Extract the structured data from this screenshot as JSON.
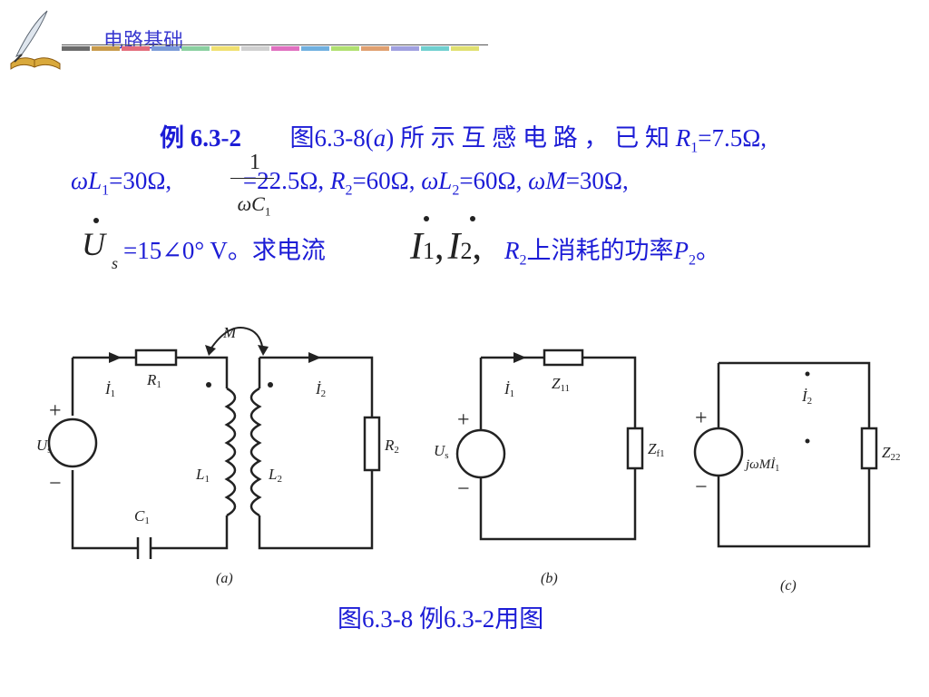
{
  "header": {
    "title": "电路基础",
    "stripe_colors": [
      "#6b6b6b",
      "#c89a4a",
      "#e36b7a",
      "#7a9ad8",
      "#8ad0a0",
      "#f0e070",
      "#d0d0d0",
      "#e070c0",
      "#70b0e0",
      "#b0e070",
      "#e0a070",
      "#a0a0e0",
      "#70d0d0",
      "#e0e070"
    ]
  },
  "problem": {
    "label": "例 6.3-2",
    "line1_a": "图6.3-8(",
    "line1_a_ital": "a",
    "line1_b": ") 所 示 互 感 电 路 ， 已 知",
    "line1_R1": "R",
    "line1_R1_sub": "1",
    "line1_R1_val": "=7.5Ω,",
    "line2_wL1": "ωL",
    "line2_wL1_sub": "1",
    "line2_wL1_val": "=30Ω,",
    "frac_num": "1",
    "frac_den": "ωC",
    "frac_den_sub": "1",
    "line2_frac_val": "=22.5Ω,",
    "line2_R2": "R",
    "line2_R2_sub": "2",
    "line2_R2_val": "=60Ω,",
    "line2_wL2": "ωL",
    "line2_wL2_sub": "2",
    "line2_wL2_val": "=60Ω,",
    "line2_wM": "ωM",
    "line2_wM_val": "=30Ω,",
    "line3_Us": "U",
    "line3_Us_sub": "s",
    "line3_Us_val": "=15∠0° V。求电流",
    "line3_I1": "I",
    "line3_I1_sub": "1",
    "line3_I2": "I",
    "line3_I2_sub": "2",
    "line3_R2": "R",
    "line3_R2_sub": "2",
    "line3_tail": "上消耗的功率",
    "line3_P": "P",
    "line3_P_sub": "2",
    "line3_end": "。"
  },
  "circuit_a": {
    "M": "M",
    "I1": "İ",
    "I1_sub": "1",
    "R1": "R",
    "R1_sub": "1",
    "I2": "İ",
    "I2_sub": "2",
    "Us": "U",
    "Us_sub": "s",
    "plus": "+",
    "minus": "−",
    "L1": "L",
    "L1_sub": "1",
    "L2": "L",
    "L2_sub": "2",
    "C1": "C",
    "C1_sub": "1",
    "R2": "R",
    "R2_sub": "2",
    "label": "(a)"
  },
  "circuit_b": {
    "I1": "İ",
    "I1_sub": "1",
    "Z11": "Z",
    "Z11_sub": "11",
    "Us": "U",
    "Us_sub": "s",
    "plus": "+",
    "minus": "−",
    "Zf1": "Z",
    "Zf1_sub": "f1",
    "label": "(b)"
  },
  "circuit_c": {
    "I2": "İ",
    "I2_sub": "2",
    "src": "jωMİ",
    "src_sub": "1",
    "plus": "+",
    "minus": "−",
    "Z22": "Z",
    "Z22_sub": "22",
    "label": "(c)"
  },
  "caption": "图6.3-8  例6.3-2用图"
}
